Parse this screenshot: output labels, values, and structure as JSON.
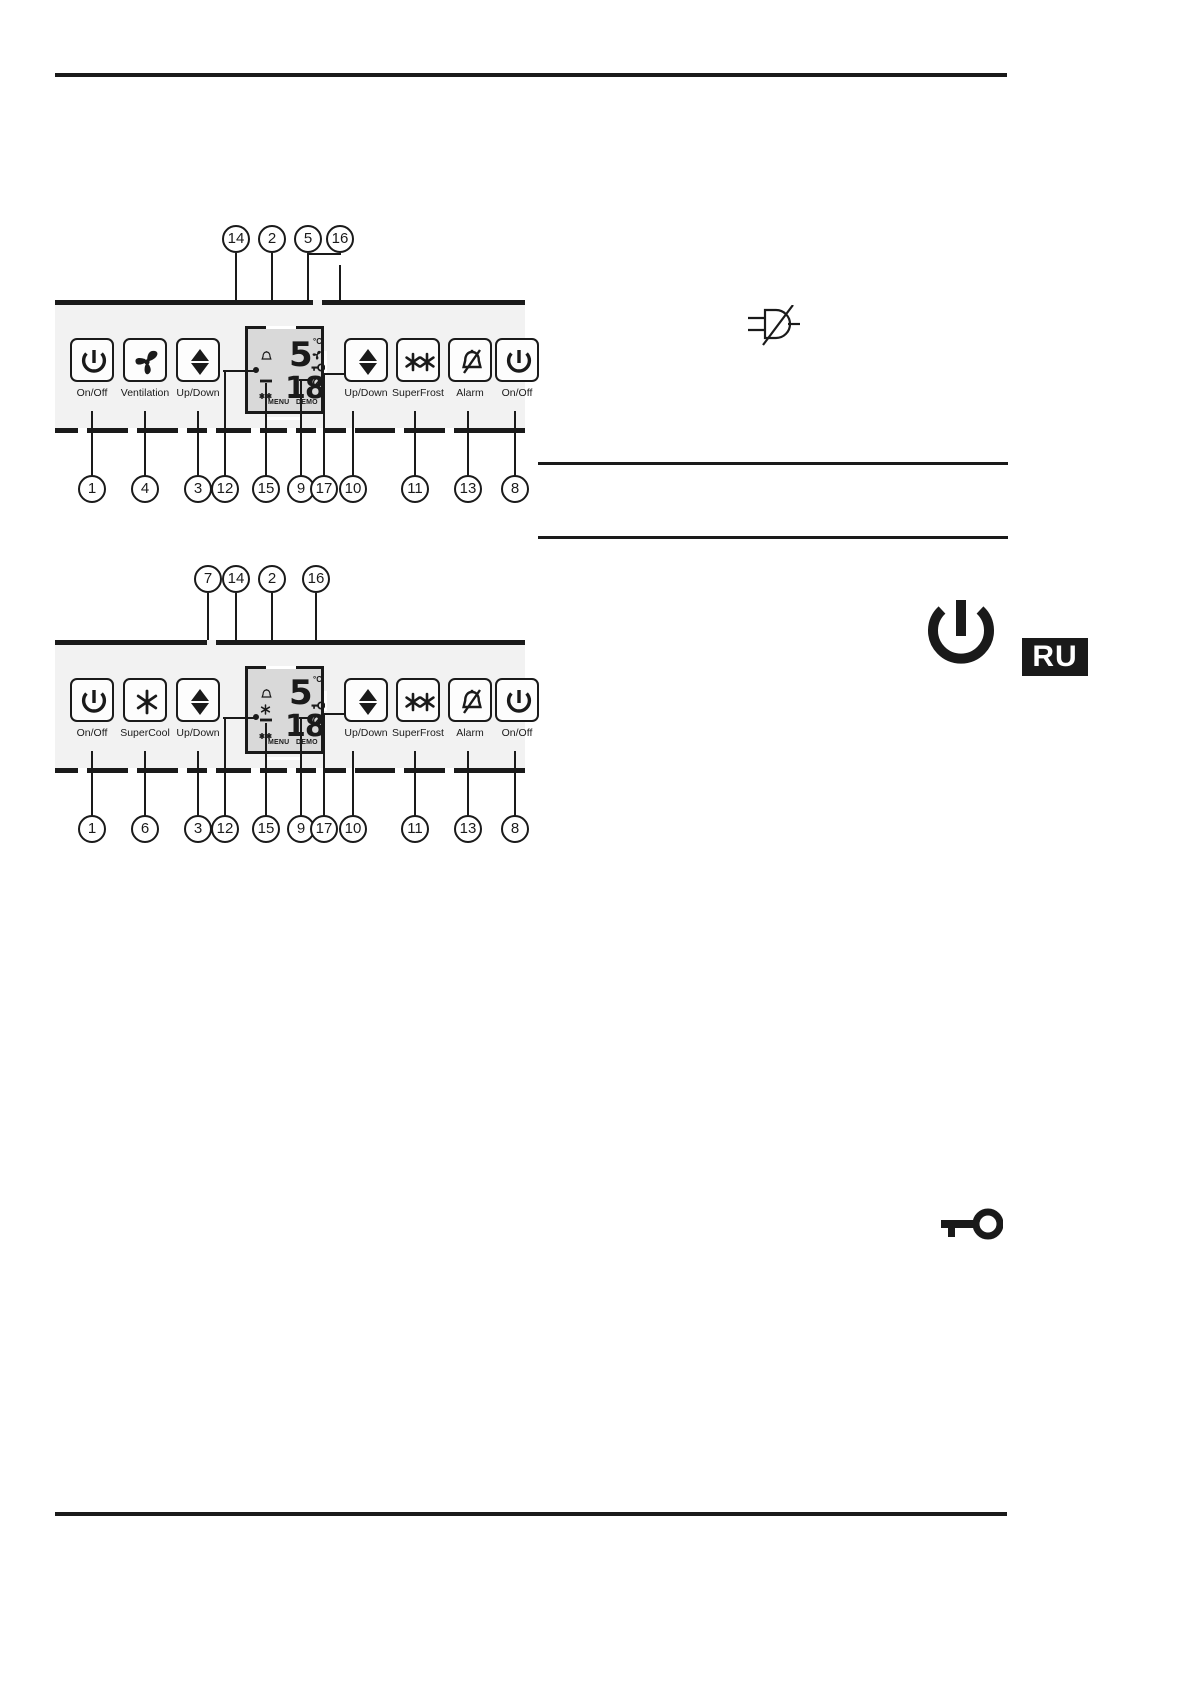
{
  "page": {
    "language_badge": "RU"
  },
  "figures": [
    {
      "id": "control-panel-ventilation",
      "buttons": [
        {
          "icon": "power-icon",
          "label": "On/Off"
        },
        {
          "icon": "ventilation-fan-icon",
          "label": "Ventilation"
        },
        {
          "icon": "up-down-arrows-icon",
          "label": "Up/Down"
        },
        {
          "icon": "up-down-arrows-icon",
          "label": "Up/Down"
        },
        {
          "icon": "superfrost-snowflakes-icon",
          "label": "SuperFrost"
        },
        {
          "icon": "alarm-bell-muted-icon",
          "label": "Alarm"
        },
        {
          "icon": "power-icon",
          "label": "On/Off"
        }
      ],
      "display": {
        "top_value": "5",
        "bottom_value": "18",
        "unit": "°C",
        "menu_label": "MENU",
        "demo_label": "DEMO",
        "indicators": [
          "alarm-bell-icon",
          "minus-icon",
          "two-snowflakes-icon",
          "fan-icon",
          "key-icon",
          "no-entry-icon"
        ]
      },
      "callouts_top": [
        "14",
        "2",
        "5",
        "16"
      ],
      "callouts_bottom": [
        "1",
        "4",
        "3",
        "12",
        "15",
        "9",
        "17",
        "10",
        "11",
        "13",
        "8"
      ]
    },
    {
      "id": "control-panel-supercool",
      "buttons": [
        {
          "icon": "power-icon",
          "label": "On/Off"
        },
        {
          "icon": "supercool-snowflake-icon",
          "label": "SuperCool"
        },
        {
          "icon": "up-down-arrows-icon",
          "label": "Up/Down"
        },
        {
          "icon": "up-down-arrows-icon",
          "label": "Up/Down"
        },
        {
          "icon": "superfrost-snowflakes-icon",
          "label": "SuperFrost"
        },
        {
          "icon": "alarm-bell-muted-icon",
          "label": "Alarm"
        },
        {
          "icon": "power-icon",
          "label": "On/Off"
        }
      ],
      "display": {
        "top_value": "5",
        "bottom_value": "18",
        "unit": "°C",
        "menu_label": "MENU",
        "demo_label": "DEMO",
        "indicators": [
          "alarm-bell-icon",
          "snowflake-icon",
          "minus-icon",
          "two-snowflakes-icon",
          "key-icon",
          "no-entry-icon"
        ]
      },
      "callouts_top": [
        "7",
        "14",
        "2",
        "16"
      ],
      "callouts_bottom": [
        "1",
        "6",
        "3",
        "12",
        "15",
        "9",
        "17",
        "10",
        "11",
        "13",
        "8"
      ]
    }
  ],
  "margin_marks": [
    {
      "name": "unplug-mains-icon"
    },
    {
      "name": "power-standby-icon"
    },
    {
      "name": "key-icon"
    }
  ]
}
